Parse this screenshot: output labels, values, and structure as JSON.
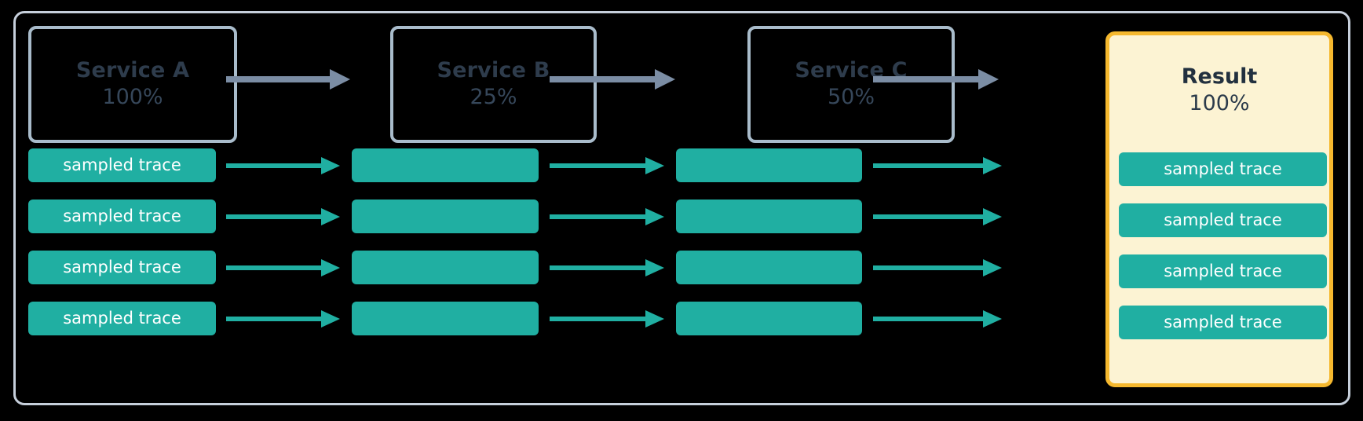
{
  "diagram": {
    "title_semantic": "trace-sampling-pipeline",
    "background_color": "#000000",
    "frame_border_color": "#c6cfdb",
    "colors": {
      "service_border": "#a9bccb",
      "service_text": "#2e3c4c",
      "trace_green": "#20afa2",
      "gray_arrow": "#7b8da4",
      "result_border": "#f5b82e",
      "result_fill": "#fcf3d3",
      "trace_label_text": "#ffffff"
    }
  },
  "services": [
    {
      "name": "Service A",
      "percent": "100%"
    },
    {
      "name": "Service B",
      "percent": "25%"
    },
    {
      "name": "Service C",
      "percent": "50%"
    }
  ],
  "result": {
    "name": "Result",
    "percent": "100%"
  },
  "trace_label": "sampled trace",
  "rows": [
    {
      "service_a": "sampled trace",
      "service_b": "",
      "service_c": "",
      "result": "sampled trace"
    },
    {
      "service_a": "sampled trace",
      "service_b": "",
      "service_c": "",
      "result": "sampled trace"
    },
    {
      "service_a": "sampled trace",
      "service_b": "",
      "service_c": "",
      "result": "sampled trace"
    },
    {
      "service_a": "sampled trace",
      "service_b": "",
      "service_c": "",
      "result": "sampled trace"
    }
  ],
  "arrows": {
    "service_flow_count": 3,
    "trace_flow_count": 12,
    "direction": "left-to-right"
  }
}
